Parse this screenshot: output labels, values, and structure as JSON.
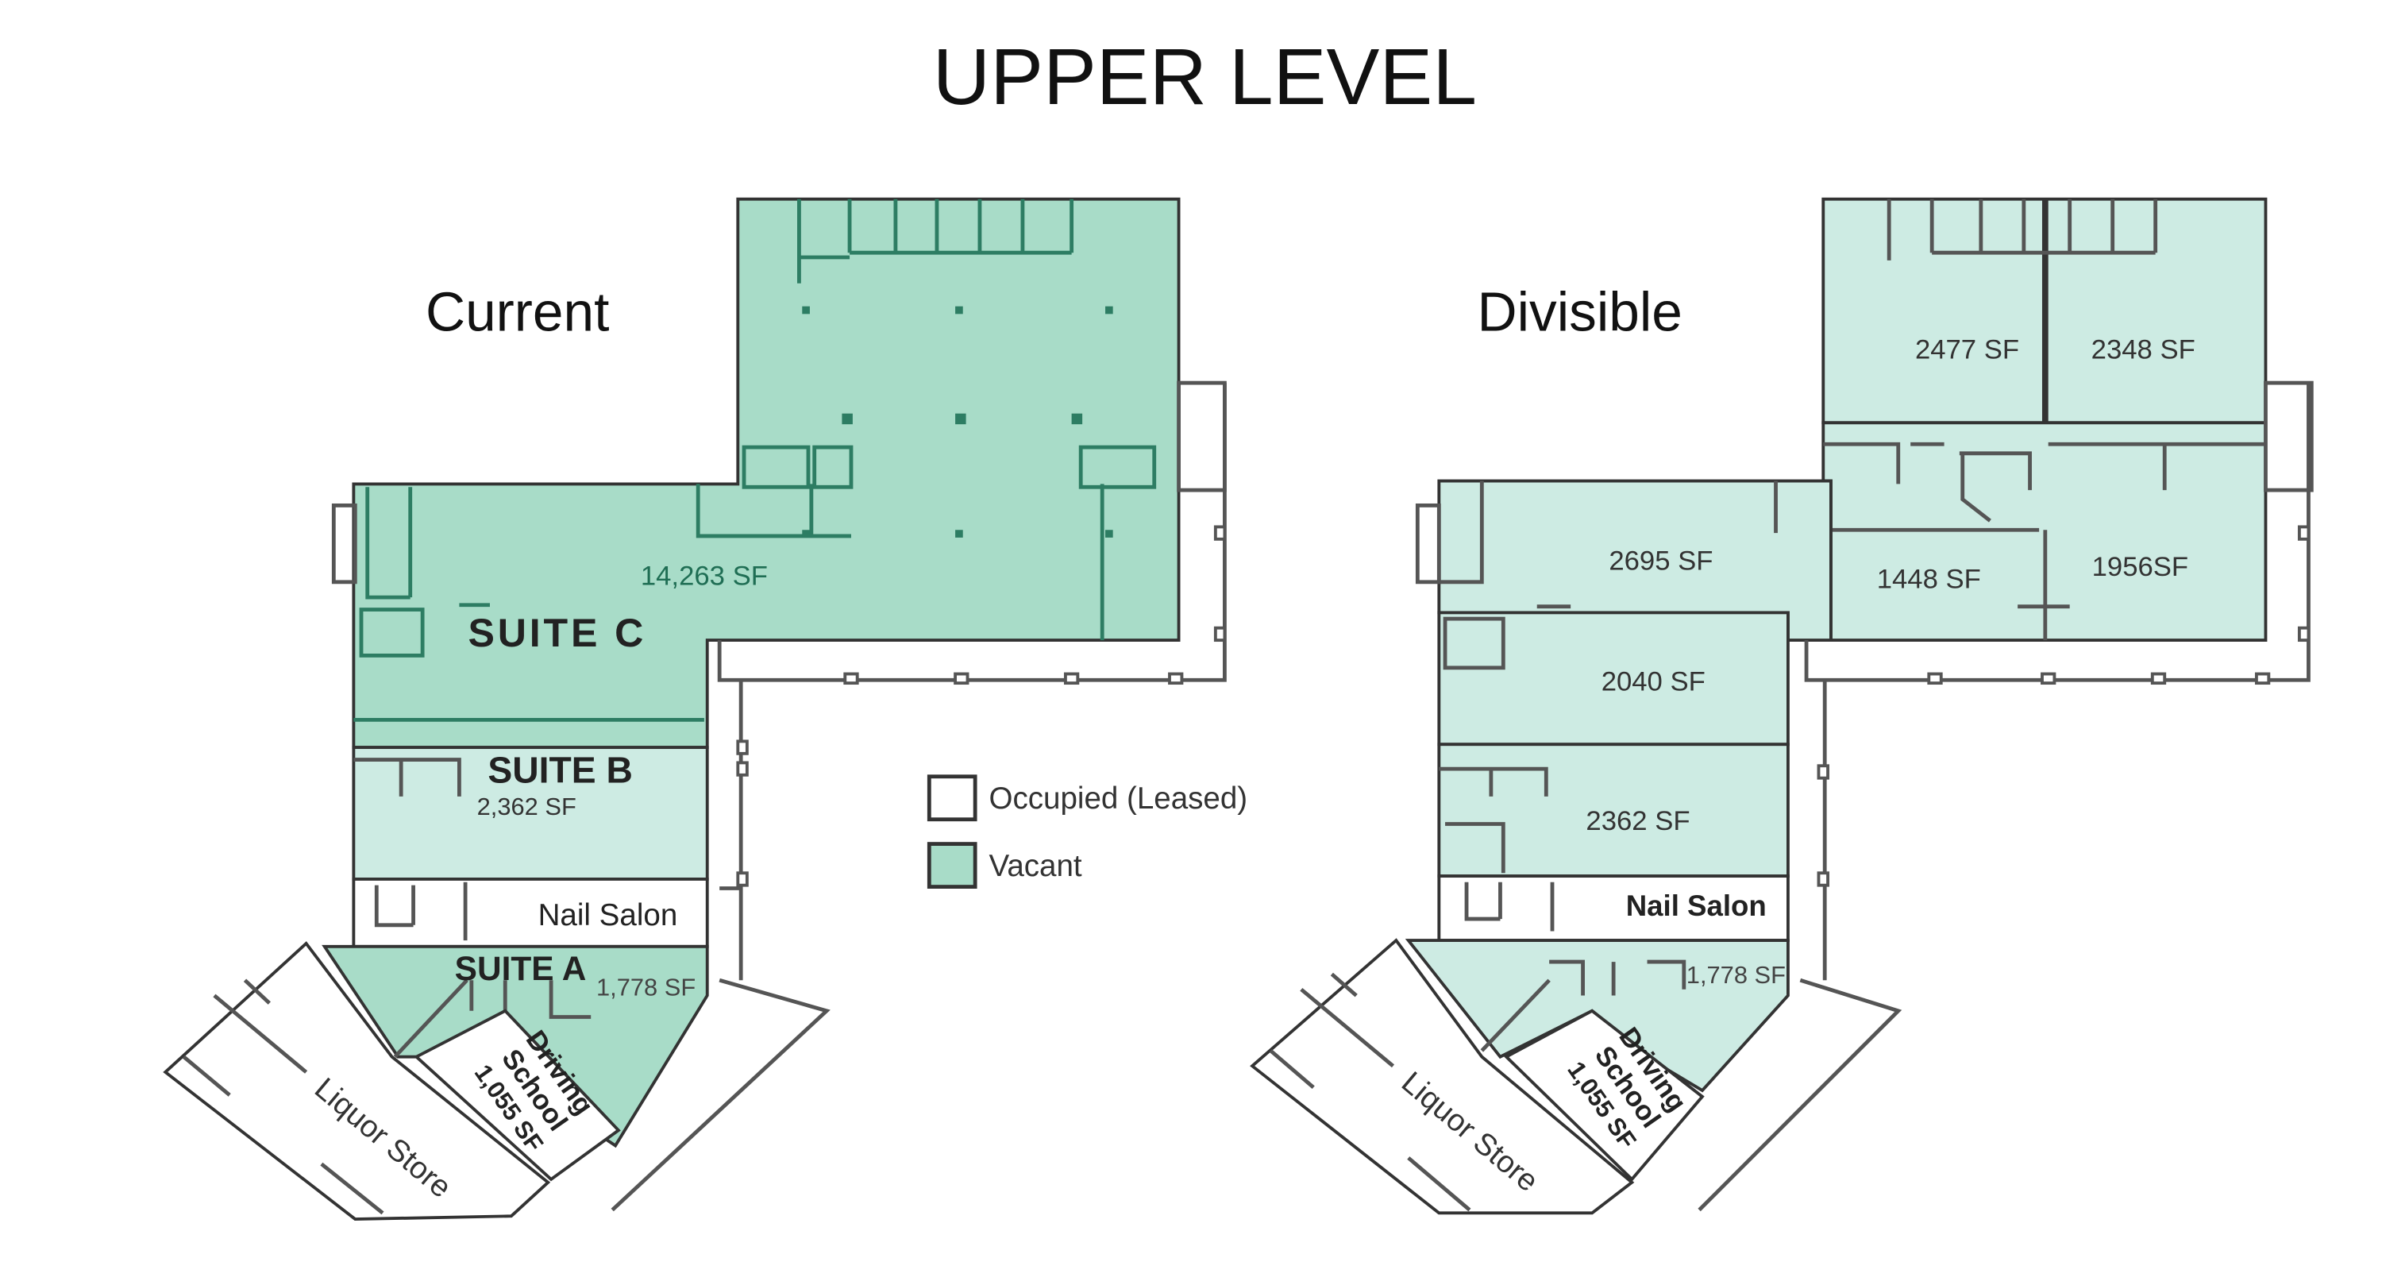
{
  "title": "UPPER LEVEL",
  "current": {
    "heading": "Current",
    "suite_c": {
      "name": "SUITE C",
      "area": "14,263 SF"
    },
    "suite_b": {
      "name": "SUITE B",
      "area": "2,362 SF"
    },
    "suite_a": {
      "name": "SUITE A",
      "area": "1,778 SF"
    },
    "nail_salon": "Nail Salon",
    "driving_school": {
      "line1": "Driving",
      "line2": "School",
      "line3": "1,055 SF"
    },
    "liquor_store": "Liquor Store"
  },
  "divisible": {
    "heading": "Divisible",
    "units": [
      "2477 SF",
      "2348 SF",
      "2695 SF",
      "1448 SF",
      "1956SF",
      "2040 SF",
      "2362 SF",
      "1,778 SF"
    ],
    "nail_salon": "Nail Salon",
    "driving_school": {
      "line1": "Driving",
      "line2": "School",
      "line3": "1,055 SF"
    },
    "liquor_store": "Liquor Store"
  },
  "legend": {
    "occupied": "Occupied (Leased)",
    "vacant": "Vacant"
  },
  "colors": {
    "vacant_dark": "#a8dcc8",
    "vacant_light": "#cdebe3",
    "occupied": "#ffffff",
    "wall": "#333333"
  }
}
